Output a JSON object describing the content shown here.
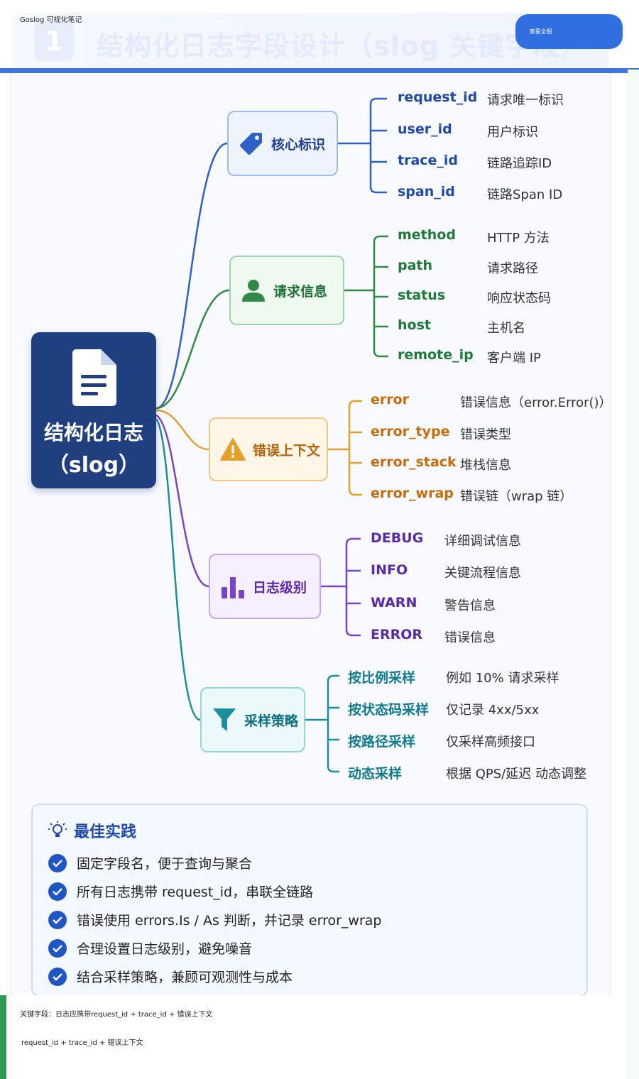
{
  "header": {
    "app_title": "Goslog 可视化笔记",
    "action_button": "查看全图",
    "hero_number": "1",
    "hero_title": "结构化日志字段设计（slog 关键字段）"
  },
  "center": {
    "title": "结构化日志",
    "subtitle": "（slog）"
  },
  "branches": {
    "core": {
      "label": "核心标识",
      "leaves": [
        {
          "key": "request_id",
          "desc": "请求唯一标识"
        },
        {
          "key": "user_id",
          "desc": "用户标识"
        },
        {
          "key": "trace_id",
          "desc": "链路追踪ID"
        },
        {
          "key": "span_id",
          "desc": "链路Span ID"
        }
      ]
    },
    "request": {
      "label": "请求信息",
      "leaves": [
        {
          "key": "method",
          "desc": "HTTP 方法"
        },
        {
          "key": "path",
          "desc": "请求路径"
        },
        {
          "key": "status",
          "desc": "响应状态码"
        },
        {
          "key": "host",
          "desc": "主机名"
        },
        {
          "key": "remote_ip",
          "desc": "客户端 IP"
        }
      ]
    },
    "error": {
      "label": "错误上下文",
      "leaves": [
        {
          "key": "error",
          "desc": "错误信息（error.Error()）"
        },
        {
          "key": "error_type",
          "desc": "错误类型"
        },
        {
          "key": "error_stack",
          "desc": "堆栈信息"
        },
        {
          "key": "error_wrap",
          "desc": "错误链（wrap 链）"
        }
      ]
    },
    "level": {
      "label": "日志级别",
      "leaves": [
        {
          "key": "DEBUG",
          "desc": "详细调试信息"
        },
        {
          "key": "INFO",
          "desc": "关键流程信息"
        },
        {
          "key": "WARN",
          "desc": "警告信息"
        },
        {
          "key": "ERROR",
          "desc": "错误信息"
        }
      ]
    },
    "sampling": {
      "label": "采样策略",
      "leaves": [
        {
          "key": "按比例采样",
          "desc": "例如 10% 请求采样"
        },
        {
          "key": "按状态码采样",
          "desc": "仅记录 4xx/5xx"
        },
        {
          "key": "按路径采样",
          "desc": "仅采样高频接口"
        },
        {
          "key": "动态采样",
          "desc": "根据 QPS/延迟 动态调整"
        }
      ]
    }
  },
  "best_practice": {
    "title": "最佳实践",
    "items": [
      "固定字段名，便于查询与聚合",
      "所有日志携带 request_id，串联全链路",
      "错误使用 errors.Is / As 判断，并记录 error_wrap",
      "合理设置日志级别，避免噪音",
      "结合采样策略，兼顾可观测性与成本"
    ]
  },
  "footer": {
    "line1": "关键字段：日志应携带request_id + trace_id + 错误上下文",
    "line2": "request_id + trace_id + 错误上下文"
  },
  "colors": {
    "blue": "#2f5fc8",
    "green": "#2f8a45",
    "orange": "#e6a02a",
    "purple": "#7a45c4",
    "teal": "#1c8e9c"
  },
  "icons": {
    "center": "document-icon",
    "core": "tag-icon",
    "request": "user-icon",
    "error": "warning-icon",
    "level": "bar-chart-icon",
    "sampling": "filter-icon",
    "best_practice": "lightbulb-icon",
    "check": "check-circle-icon"
  }
}
